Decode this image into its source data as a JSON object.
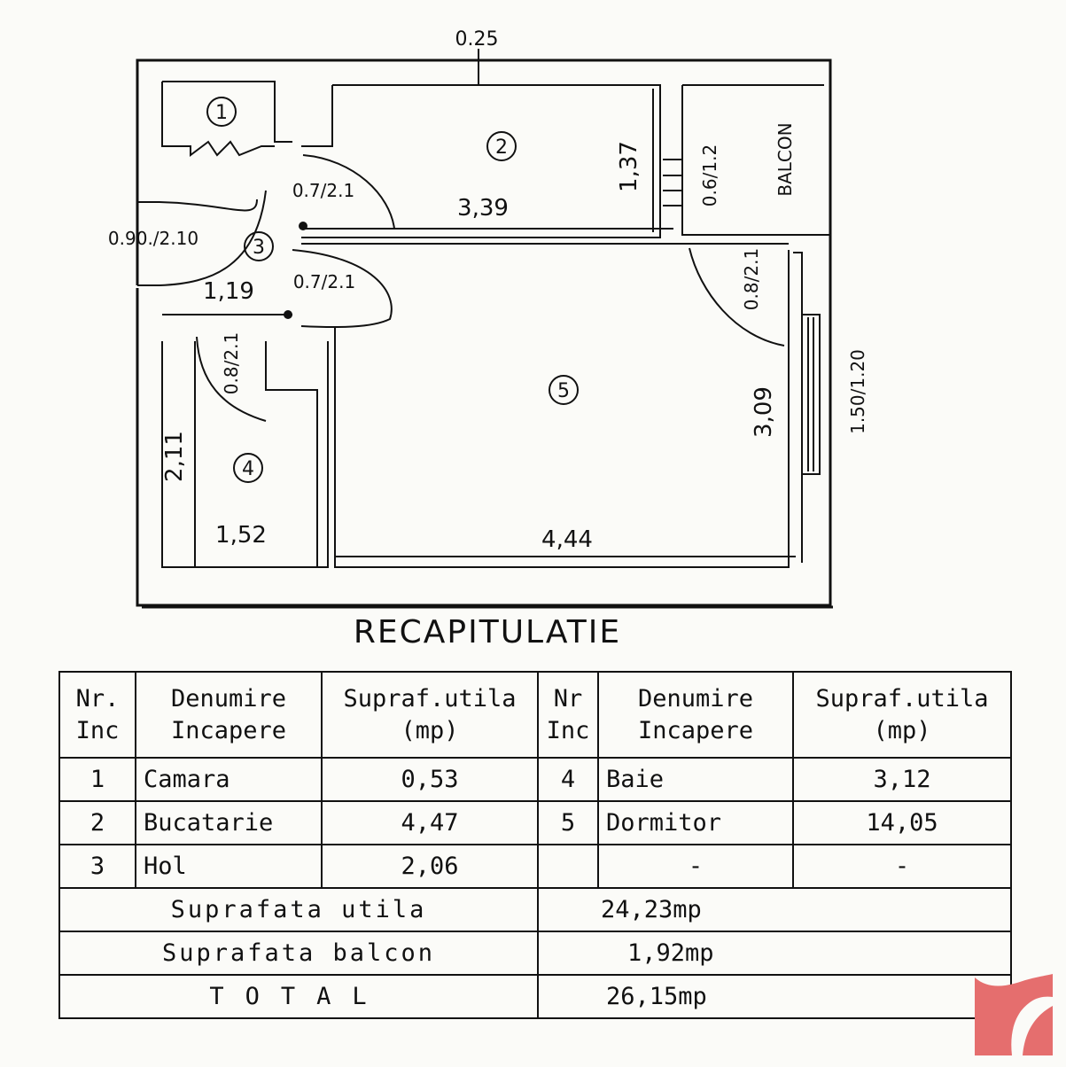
{
  "plan": {
    "labels": {
      "top_dim": "0.25",
      "room1": "1",
      "room2": "2",
      "room3": "3",
      "room4": "4",
      "room5": "5",
      "kitchen_width": "3,39",
      "kitchen_height": "1,37",
      "door_kitchen": "0.7/2.1",
      "door_bedroom_hall": "0.7/2.1",
      "door_entrance": "0.90./2.10",
      "hall_width": "1,19",
      "door_bath": "0.8/2.1",
      "bath_height": "2,11",
      "bath_width": "1,52",
      "bed_width": "4,44",
      "bed_height": "3,09",
      "balcony_door_kitchen": "0.6/1.2",
      "balcony": "BALCON",
      "door_balcony_bedroom": "0.8/2.1",
      "window": "1.50/1.20"
    }
  },
  "recap": {
    "title": "RECAPITULATIE",
    "headers": {
      "nr_line1": "Nr.",
      "nr_line2": "Inc",
      "name_line1": "Denumire",
      "name_line2": "Incapere",
      "area_line1": "Supraf.utila",
      "area_line2": "(mp)",
      "nr2_line1": "Nr",
      "nr2_line2": "Inc",
      "name2_line1": "Denumire",
      "name2_line2": "Incapere",
      "area2_line1": "Supraf.utila",
      "area2_line2": "(mp)"
    },
    "rows": [
      {
        "nr": "1",
        "name": "Camara",
        "area": "0,53",
        "nr2": "4",
        "name2": "Baie",
        "area2": "3,12"
      },
      {
        "nr": "2",
        "name": "Bucatarie",
        "area": "4,47",
        "nr2": "5",
        "name2": "Dormitor",
        "area2": "14,05"
      },
      {
        "nr": "3",
        "name": "Hol",
        "area": "2,06",
        "nr2": "",
        "name2": "-",
        "area2": "-"
      }
    ],
    "summary": {
      "useful_label": "Suprafata utila",
      "useful_value": "24,23mp",
      "balcony_label": "Suprafata balcon",
      "balcony_value": "1,92mp",
      "total_label": "TOTAL",
      "total_value": "26,15mp"
    }
  },
  "colors": {
    "ink": "#111111",
    "paper": "#fbfbf8",
    "logo": "#e56e6e"
  }
}
